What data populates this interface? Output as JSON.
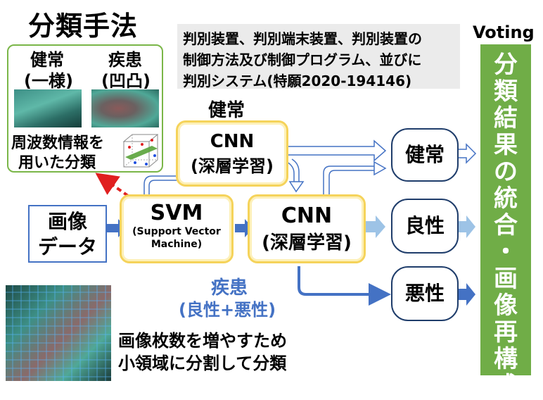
{
  "title": "分類手法",
  "patent": {
    "line1": "判別装置、判別端末装置、判別装置の",
    "line2": "制御方法及び制御プログラム、並びに",
    "line3": "判別システム(特願2020-194146)"
  },
  "method": {
    "healthy_label": "健常",
    "healthy_sub": "(一様)",
    "disease_label": "疾患",
    "disease_sub": "(凹凸)",
    "freq_line1": "周波数情報を",
    "freq_line2": "用いた分類"
  },
  "input": {
    "line1": "画像",
    "line2": "データ"
  },
  "svm": {
    "title": "SVM",
    "sub1": "(Support Vector",
    "sub2": "Machine)"
  },
  "cnn_top": {
    "header": "健常",
    "title": "CNN",
    "sub": "(深層学習)"
  },
  "cnn_mid": {
    "title": "CNN",
    "sub": "(深層学習)"
  },
  "disease_branch": {
    "line1": "疾患",
    "line2": "(良性+悪性)"
  },
  "outputs": {
    "healthy": "健常",
    "benign": "良性",
    "malignant": "悪性"
  },
  "voting": {
    "title": "Voting",
    "chars": [
      "分",
      "類",
      "結",
      "果",
      "の",
      "統",
      "合",
      "・",
      "画",
      "像",
      "再",
      "構",
      "成"
    ]
  },
  "patch": {
    "line1": "画像枚数を増やすため",
    "line2": "小領域に分割して分類"
  },
  "colors": {
    "green": "#70ad47",
    "yellow": "#f5d35a",
    "blue": "#4472c4",
    "navy": "#1f3d6b",
    "red": "#e02020"
  }
}
